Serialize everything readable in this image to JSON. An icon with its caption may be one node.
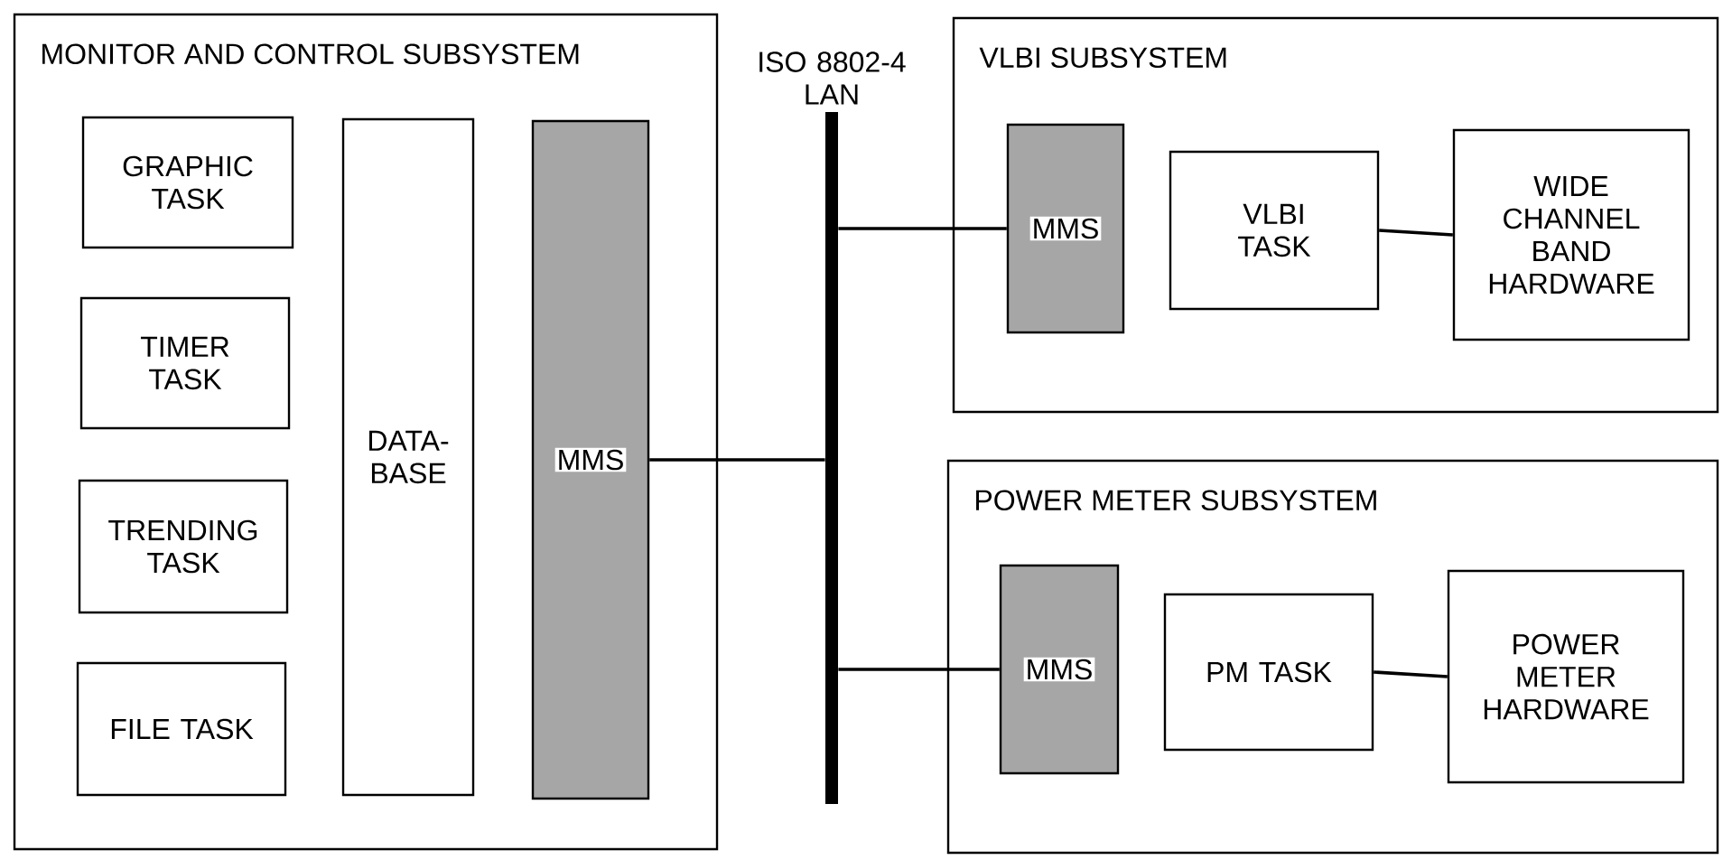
{
  "diagram": {
    "nodes": [
      {
        "text": [
          "MONITOR AND CONTROL SUBSYSTEM"
        ]
      },
      {
        "text": [
          "GRAPHIC TASK"
        ],
        "in": 0
      },
      {
        "text": [
          "TIMER TASK"
        ],
        "in": 0
      },
      {
        "text": [
          "TRENDING TASK"
        ],
        "in": 0
      },
      {
        "text": [
          "FILE TASK"
        ],
        "in": 0
      },
      {
        "text": [
          "DATA- BASE"
        ],
        "in": 0
      },
      {
        "text": [
          "MMS"
        ],
        "in": 0
      },
      {
        "text": [],
        "shape": "bar",
        "beside": [
          "ISO 8802-4 LAN"
        ]
      },
      {
        "text": [
          "VLBI SUBSYSTEM"
        ]
      },
      {
        "text": [
          "MMS"
        ],
        "in": 8
      },
      {
        "text": [
          "VLBI TASK"
        ],
        "in": 8
      },
      {
        "text": [
          "WIDE CHANNEL BAND HARDWARE"
        ],
        "in": 8
      },
      {
        "text": [
          "POWER METER SUBSYSTEM"
        ]
      },
      {
        "text": [
          "MMS"
        ],
        "in": 12
      },
      {
        "text": [
          "PM TASK"
        ],
        "in": 12
      },
      {
        "text": [
          "POWER METER HARDWARE"
        ],
        "in": 12
      }
    ],
    "edges": [
      {
        "from": 6,
        "to": 7,
        "arrow": "none"
      },
      {
        "from": 7,
        "to": 9,
        "arrow": "none"
      },
      {
        "from": 7,
        "to": 13,
        "arrow": "none"
      },
      {
        "from": 10,
        "to": 11,
        "arrow": "none"
      },
      {
        "from": 14,
        "to": 15,
        "arrow": "none"
      }
    ]
  }
}
